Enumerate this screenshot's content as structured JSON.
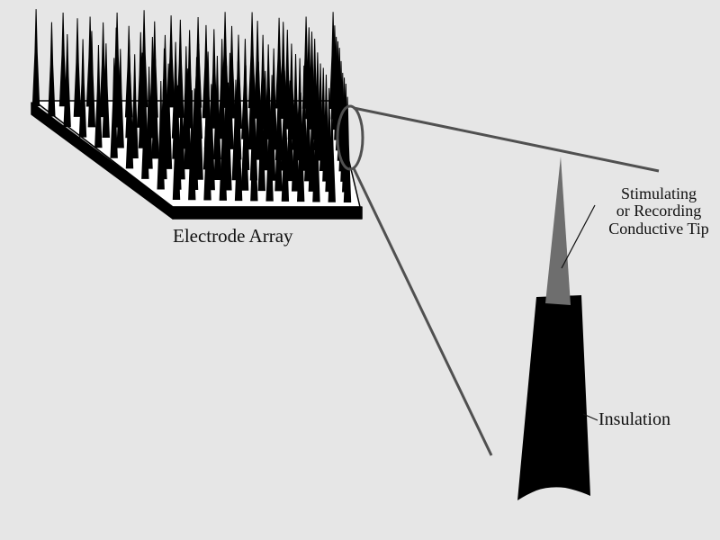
{
  "diagram": {
    "colors": {
      "background": "#e6e6e6",
      "electrode": "#000000",
      "base_face": "#ffffff",
      "zoom_lines": "#505050",
      "conductive_tip": "#6e6e6e",
      "insulation": "#000000",
      "text": "#111111"
    },
    "array_label": "Electrode Array",
    "tip_label_lines": [
      "Stimulating",
      "or Recording",
      "Conductive Tip"
    ],
    "insulation_label": "Insulation"
  }
}
